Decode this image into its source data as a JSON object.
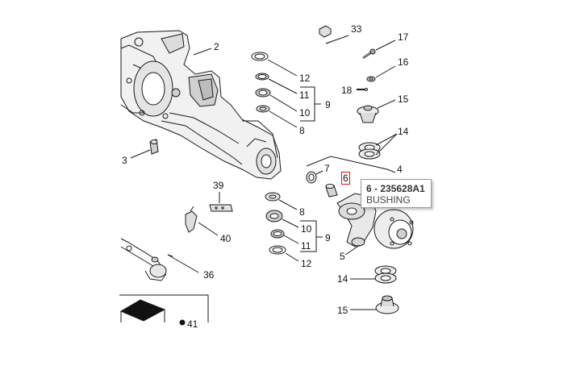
{
  "labels": {
    "l2": "2",
    "l3": "3",
    "l4": "4",
    "l5": "5",
    "l6": "6",
    "l7": "7",
    "l8a": "8",
    "l8b": "8",
    "l9a": "9",
    "l9b": "9",
    "l10a": "10",
    "l10b": "10",
    "l11a": "11",
    "l11b": "11",
    "l12a": "12",
    "l12b": "12",
    "l14a": "14",
    "l14b": "14",
    "l15a": "15",
    "l15b": "15",
    "l16": "16",
    "l17": "17",
    "l18": "18",
    "l33": "33",
    "l36": "36",
    "l39": "39",
    "l40": "40",
    "l41": "41"
  },
  "tooltip": {
    "title": "6 - 235628A1",
    "description": "BUSHING"
  }
}
